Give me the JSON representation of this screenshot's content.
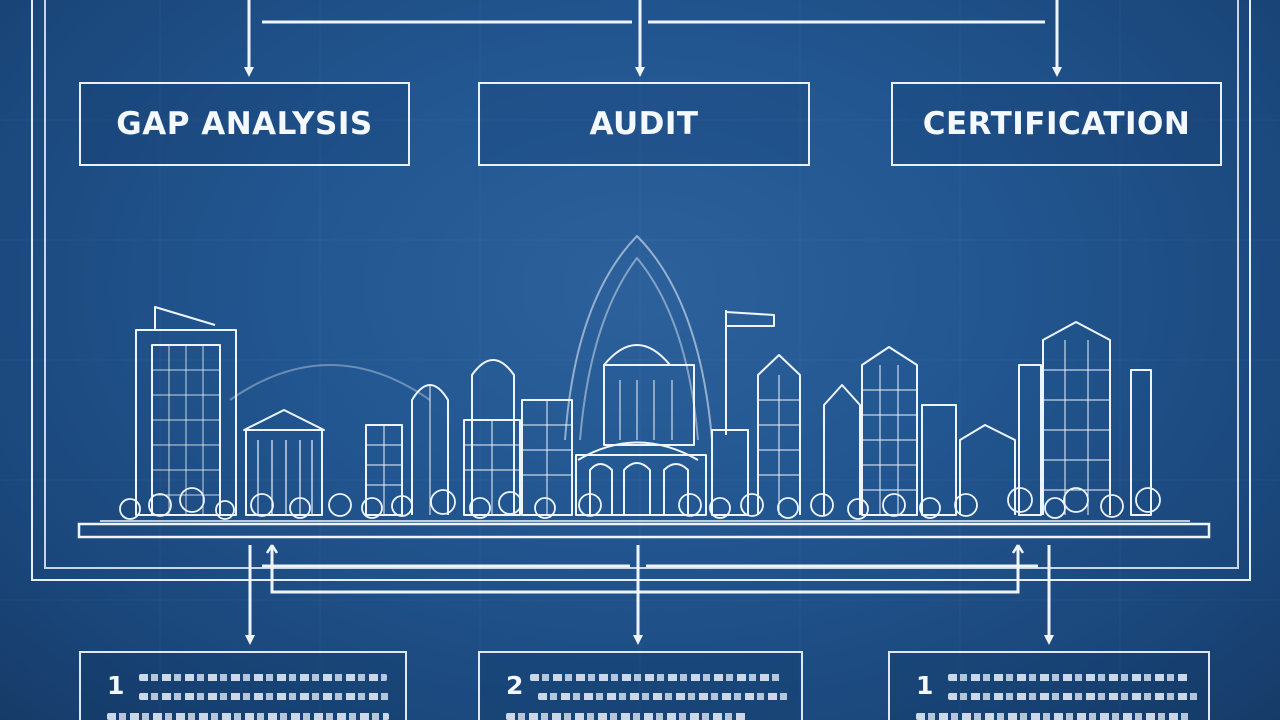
{
  "stages": [
    {
      "id": "gap",
      "label": "GAP ANALYSIS"
    },
    {
      "id": "audit",
      "label": "AUDIT"
    },
    {
      "id": "cert",
      "label": "CERTIFICATION"
    }
  ],
  "notes": [
    {
      "number": "1"
    },
    {
      "number": "2"
    },
    {
      "number": "1"
    }
  ],
  "colors": {
    "background": "#1e4d82",
    "line": "#e8f0fb"
  },
  "illustration": "city-skyline-icon"
}
